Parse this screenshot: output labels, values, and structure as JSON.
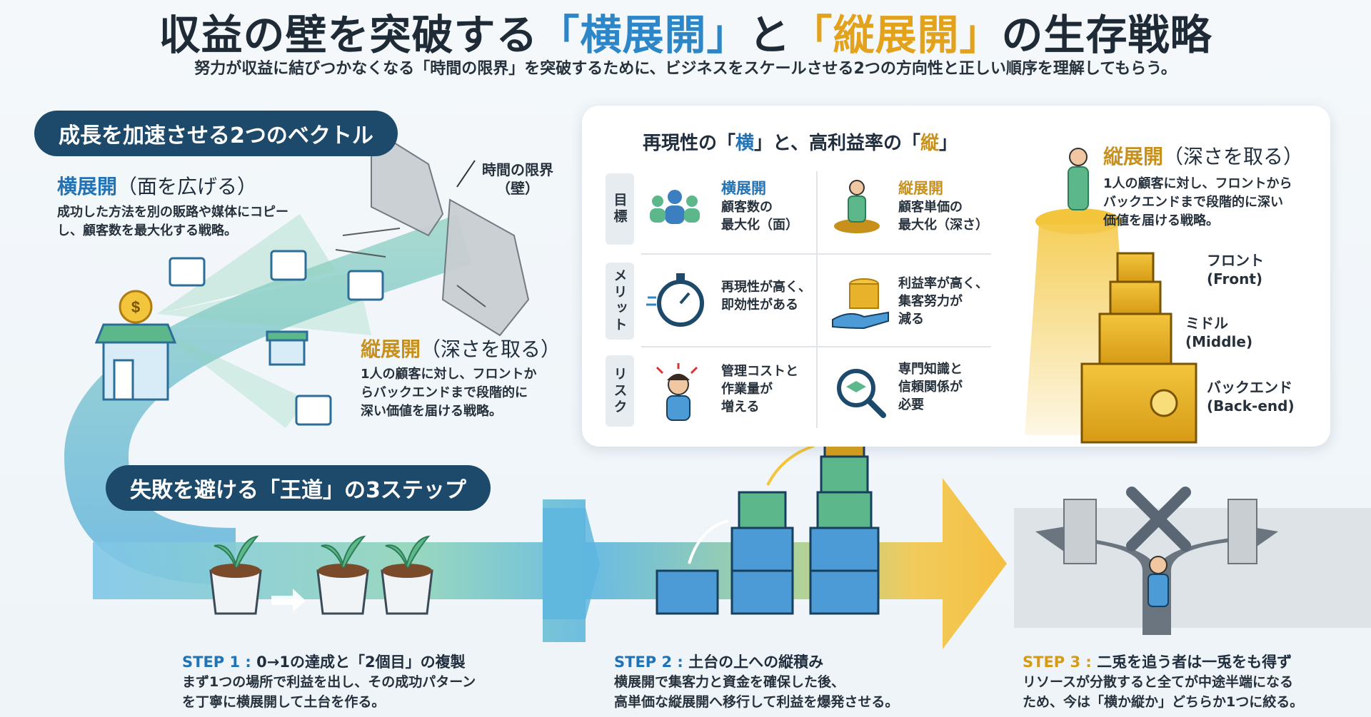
{
  "header": {
    "title_pre": "収益の壁を突破する",
    "title_kw1": "「横展開」",
    "title_mid": "と",
    "title_kw2": "「縦展開」",
    "title_post": "の生存戦略",
    "subtitle": "努力が収益に結びつかなくなる「時間の限界」を突破するために、ビジネスをスケールさせる2つの方向性と正しい順序を理解してもらう。"
  },
  "vectors": {
    "pill": "成長を加速させる2つのベクトル",
    "horizontal": {
      "title": "横展開",
      "title_sub": "（面を広げる）",
      "desc_1": "成功した方法を別の販路や媒体にコピー",
      "desc_2": "し、顧客数を最大化する戦略。"
    },
    "vertical": {
      "title": "縦展開",
      "title_sub": "（深さを取る）",
      "desc_1": "1人の顧客に対し、フロントか",
      "desc_2": "らバックエンドまで段階的に",
      "desc_3": "深い価値を届ける戦略。"
    },
    "wall_label_1": "時間の限界",
    "wall_label_2": "（壁）"
  },
  "panel": {
    "title_pre": "再現性の「",
    "title_kw1": "横",
    "title_mid": "」と、高利益率の「",
    "title_kw2": "縦",
    "title_post": "」",
    "rows": [
      {
        "tab": "目標",
        "left_head": "横展開",
        "left_text": [
          "顧客数の",
          "最大化（面）"
        ],
        "right_head": "縦展開",
        "right_text": [
          "顧客単価の",
          "最大化（深さ）"
        ]
      },
      {
        "tab": "メリット",
        "left_head": "",
        "left_text": [
          "再現性が高く、",
          "即効性がある"
        ],
        "right_head": "",
        "right_text": [
          "利益率が高く、",
          "集客努力が",
          "減る"
        ]
      },
      {
        "tab": "リスク",
        "left_head": "",
        "left_text": [
          "管理コストと",
          "作業量が",
          "増える"
        ],
        "right_head": "",
        "right_text": [
          "専門知識と",
          "信頼関係が",
          "必要"
        ]
      }
    ],
    "vertical_detail": {
      "title": "縦展開",
      "title_sub": "（深さを取る）",
      "desc": [
        "1人の顧客に対し、フロントから",
        "バックエンドまで段階的に深い",
        "価値を届ける戦略。"
      ],
      "front": [
        "フロント",
        "(Front)"
      ],
      "middle": [
        "ミドル",
        "(Middle)"
      ],
      "backend": [
        "バックエンド",
        "(Back-end)"
      ]
    }
  },
  "steps": {
    "pill": "失敗を避ける「王道」の3ステップ",
    "items": [
      {
        "label": "STEP 1 : ",
        "title": "0→1の達成と「2個目」の複製",
        "text": [
          "まず1つの場所で利益を出し、その成功パターン",
          "を丁寧に横展開して土台を作る。"
        ]
      },
      {
        "label": "STEP 2 : ",
        "title": "土台の上への縦積み",
        "text": [
          "横展開で集客力と資金を確保した後、",
          "高単価な縦展開へ移行して利益を爆発させる。"
        ]
      },
      {
        "label": "STEP 3 : ",
        "title": "二兎を追う者は一兎をも得ず",
        "text": [
          "リソースが分散すると全てが中途半端になる",
          "ため、今は「横か縦か」どちらか1つに絞る。"
        ]
      }
    ]
  },
  "colors": {
    "blue": "#2273b5",
    "gold": "#c7901a",
    "navy": "#1d4a6b",
    "green": "#5cb88a"
  }
}
